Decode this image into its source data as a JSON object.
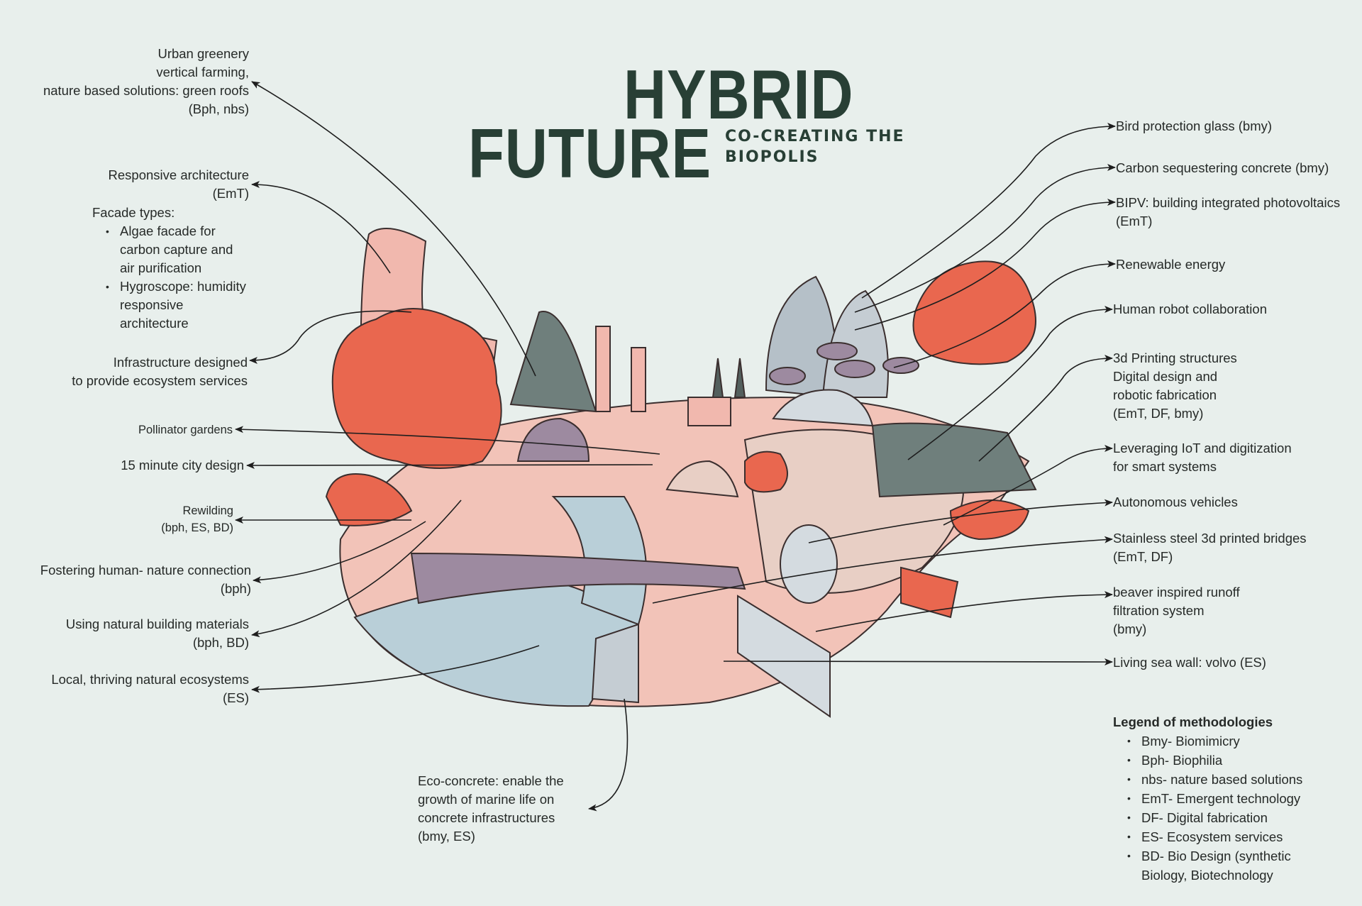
{
  "title": {
    "line1": "HYBRID",
    "line2": "FUTURE",
    "subtitle_line1": "CO-CREATING THE",
    "subtitle_line2": "BIOPOLIS"
  },
  "colors": {
    "title": "#283f35",
    "background": "#e8efec",
    "tree": "#e9674f",
    "ground": "#f2c3b8",
    "water": "#b9cfd8",
    "bridge": "#9d8aa0"
  },
  "left_labels": {
    "urban": [
      "Urban greenery",
      "vertical farming,",
      "nature based solutions: green roofs",
      "(Bph, nbs)"
    ],
    "responsive": [
      "Responsive architecture",
      "(EmT)"
    ],
    "facade_title": "Facade types:",
    "facade_items": [
      [
        "Algae facade for",
        "carbon capture and",
        "air purification"
      ],
      [
        "Hygroscope: humidity",
        "responsive",
        "architecture"
      ]
    ],
    "infrastructure": [
      "Infrastructure designed",
      "to provide ecosystem services"
    ],
    "pollinator": [
      "Pollinator gardens"
    ],
    "fifteen": [
      "15 minute city design"
    ],
    "rewilding": [
      "Rewilding",
      "(bph, ES, BD)"
    ],
    "fostering": [
      "Fostering human- nature connection",
      "(bph)"
    ],
    "natural_materials": [
      "Using natural building materials",
      "(bph, BD)"
    ],
    "local": [
      "Local, thriving natural ecosystems",
      "(ES)"
    ]
  },
  "bottom_label": [
    "Eco-concrete: enable the",
    "growth of marine life on",
    "concrete infrastructures",
    "(bmy, ES)"
  ],
  "right_labels": {
    "bird": [
      "Bird protection glass (bmy)"
    ],
    "carbon": [
      "Carbon sequestering concrete (bmy)"
    ],
    "bipv": [
      "BIPV: building integrated photovoltaics",
      "(EmT)"
    ],
    "renewable": [
      "Renewable energy"
    ],
    "human_robot": [
      "Human robot collaboration"
    ],
    "printing": [
      "3d Printing structures",
      "Digital design and",
      "robotic fabrication",
      "(EmT, DF, bmy)"
    ],
    "iot": [
      "Leveraging IoT and digitization",
      "for smart systems"
    ],
    "autonomous": [
      "Autonomous vehicles"
    ],
    "stainless": [
      "Stainless steel 3d printed bridges",
      "(EmT, DF)"
    ],
    "beaver": [
      "beaver inspired runoff",
      "filtration system",
      "(bmy)"
    ],
    "sea_wall": [
      "Living sea wall: volvo (ES)"
    ]
  },
  "legend": {
    "title": "Legend of methodologies",
    "items": [
      "Bmy- Biomimicry",
      "Bph- Biophilia",
      "nbs- nature based solutions",
      "EmT- Emergent technology",
      "DF- Digital fabrication",
      "ES- Ecosystem services",
      "BD- Bio Design (synthetic",
      "Biology, Biotechnology"
    ]
  }
}
